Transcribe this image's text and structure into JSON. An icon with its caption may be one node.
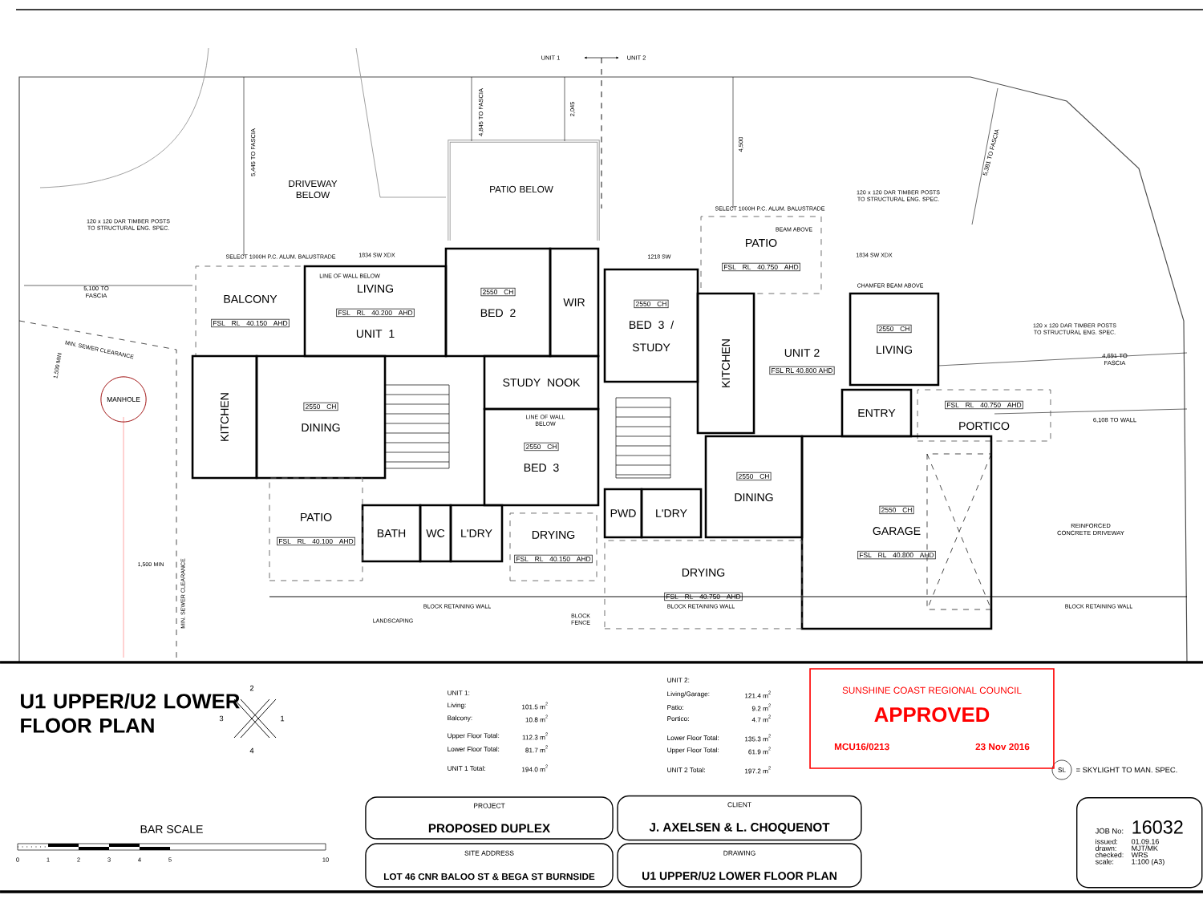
{
  "diagram": {
    "title": "U1 UPPER/U2 LOWER FLOOR PLAN",
    "nodes": [
      {
        "text": [
          "BALCONY",
          "FSL RL 40.150 AHD"
        ]
      },
      {
        "text": [
          "LIVING",
          "FSL RL 40.200 AHD",
          "UNIT 1"
        ]
      },
      {
        "text": [
          "2550 CH",
          "BED 2"
        ]
      },
      {
        "text": [
          "WIR"
        ]
      },
      {
        "text": [
          "STUDY NOOK"
        ]
      },
      {
        "text": [
          "KITCHEN"
        ]
      },
      {
        "text": [
          "2550 CH",
          "DINING"
        ]
      },
      {
        "text": [
          "2550 CH",
          "BED 3"
        ]
      },
      {
        "text": [
          "BATH"
        ]
      },
      {
        "text": [
          "WC"
        ]
      },
      {
        "text": [
          "L'DRY"
        ]
      },
      {
        "text": [
          "PATIO",
          "FSL RL 40.100 AHD"
        ]
      },
      {
        "text": [
          "DRYING",
          "FSL RL 40.150 AHD"
        ]
      },
      {
        "text": [
          "MANHOLE"
        ]
      },
      {
        "text": [
          "PATIO",
          "FSL RL 40.750 AHD"
        ]
      },
      {
        "text": [
          "2550 CH",
          "BED 3 / STUDY"
        ]
      },
      {
        "text": [
          "KITCHEN"
        ]
      },
      {
        "text": [
          "2550 CH",
          "LIVING"
        ]
      },
      {
        "text": [
          "ENTRY"
        ]
      },
      {
        "text": [
          "FSL RL 40.750 AHD",
          "PORTICO"
        ]
      },
      {
        "text": [
          "2550 CH",
          "DINING"
        ]
      },
      {
        "text": [
          "PWD"
        ]
      },
      {
        "text": [
          "L'DRY"
        ]
      },
      {
        "text": [
          "2550 CH",
          "GARAGE",
          "FSL RL 40.800 AHD"
        ]
      },
      {
        "text": [
          "DRYING",
          "FSL RL 40.750 AHD"
        ]
      },
      {
        "text": [
          "SUNSHINE COAST REGIONAL COUNCIL",
          "APPROVED",
          "MCU16/0213",
          "23 Nov 2016"
        ]
      },
      {
        "text": [
          "PROJECT",
          "PROPOSED DUPLEX"
        ]
      },
      {
        "text": [
          "SITE ADDRESS",
          "LOT 46 CNR BALOO ST & BEGA ST BURNSIDE"
        ]
      },
      {
        "text": [
          "CLIENT",
          "J. AXELSEN & L. CHOQUENOT"
        ]
      },
      {
        "text": [
          "DRAWING",
          "U1 UPPER/U2 LOWER FLOOR PLAN"
        ]
      },
      {
        "text": [
          "JOB No:",
          "16032",
          "issued:",
          "01.09.16",
          "drawn:",
          "MJT/MK",
          "checked:",
          "WRS",
          "scale:",
          "1:100 (A3)"
        ]
      }
    ],
    "labels": [
      "UNIT 1",
      "UNIT 2",
      "DRIVEWAY BELOW",
      "PATIO BELOW",
      "5,445 TO FASCIA",
      "4,845 TO FASCIA",
      "2,045",
      "4,500",
      "5,381 TO FASCIA",
      "120 x 120 DAR TIMBER POSTS TO STRUCTURAL ENG. SPEC.",
      "120 x 120 DAR TIMBER POSTS TO STRUCTURAL ENG. SPEC.",
      "120 x 120 DAR TIMBER POSTS TO STRUCTURAL ENG. SPEC.",
      "SELECT 1000H P.C. ALUM. BALUSTRADE",
      "SELECT 1000H P.C. ALUM. BALUSTRADE",
      "5,100 TO FASCIA",
      "MIN. SEWER CLEARANCE",
      "1,500 MIN",
      "1,500 MIN",
      "MIN. SEWER CLEARANCE",
      "LINE OF WALL BELOW",
      "LINE OF WALL BELOW",
      "UNIT 2",
      "FSL RL 40.800 AHD",
      "CHAMFER BEAM ABOVE",
      "BEAM ABOVE",
      "4,691 TO FASCIA",
      "6,108 TO WALL",
      "REINFORCED CONCRETE DRIVEWAY",
      "BLOCK RETAINING WALL",
      "LANDSCAPING",
      "BLOCK FENCE",
      "BLOCK RETAINING WALL",
      "BLOCK RETAINING WALL",
      "1834 SW XDX",
      "1218 SW",
      "1834 SW XDX",
      "BAR SCALE",
      "0",
      "1",
      "2",
      "3",
      "4",
      "5",
      "10",
      "2",
      "1",
      "4",
      "3",
      "UNIT 1:",
      "Living:",
      "101.5 m$^{2}$",
      "Balcony:",
      "10.8 m$^{2}$",
      "Upper Floor Total:",
      "112.3 m$^{2}$",
      "Lower Floor Total:",
      "81.7 m$^{2}$",
      "UNIT 1 Total:",
      "194.0 m$^{2}$",
      "UNIT 2:",
      "Living/Garage:",
      "121.4 m$^{2}$",
      "Patio:",
      "9.2 m$^{2}$",
      "Portico:",
      "4.7 m$^{2}$",
      "Lower Floor Total:",
      "135.3 m$^{2}$",
      "Upper Floor Total:",
      "61.9 m$^{2}$",
      "UNIT 2 Total:",
      "197.2 m$^{2}$",
      "SL",
      "= SKYLIGHT TO MAN. SPEC."
    ]
  }
}
